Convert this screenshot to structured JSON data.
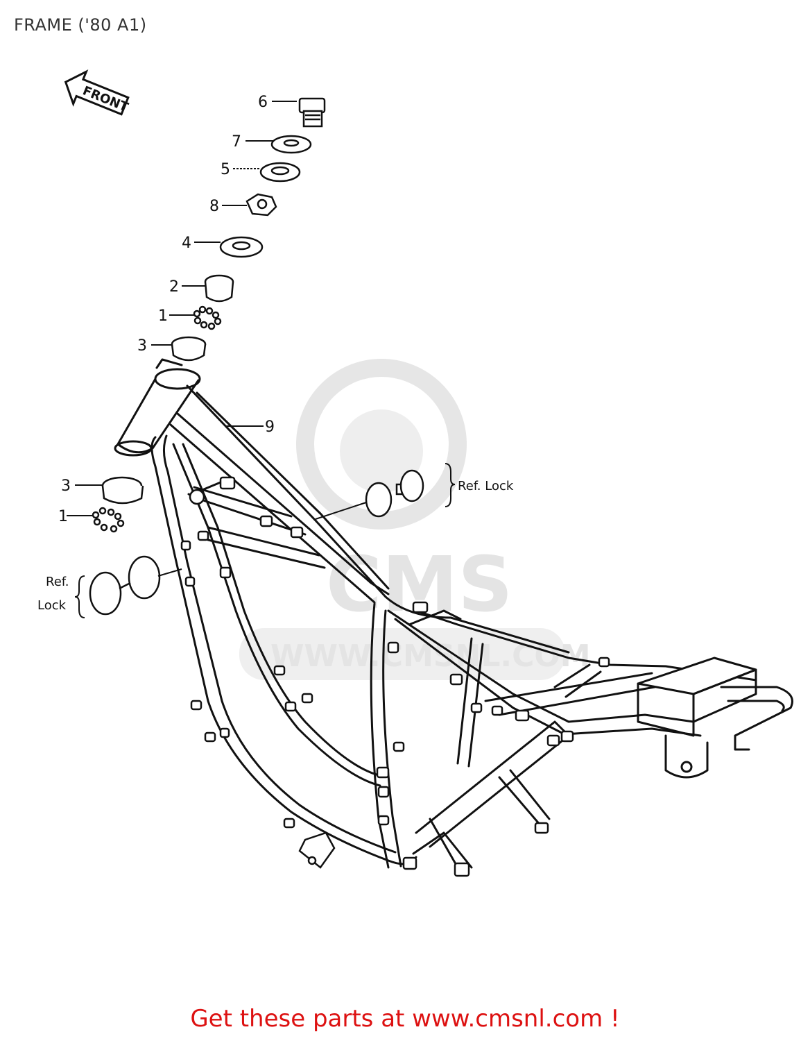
{
  "header": {
    "title": "FRAME ('80 A1)"
  },
  "front_arrow": {
    "label": "FRONT"
  },
  "callouts": {
    "c6": "6",
    "c7": "7",
    "c5": "5",
    "c8": "8",
    "c4": "4",
    "c2": "2",
    "c1a": "1",
    "c3a": "3",
    "c9": "9",
    "c3b": "3",
    "c1b": "1"
  },
  "refs": {
    "upper": "Ref. Lock",
    "lower_line1": "Ref.",
    "lower_line2": "Lock"
  },
  "watermark": {
    "brand": "CMS",
    "url": "WWW.CMSNL.COM"
  },
  "footer": {
    "text": "Get these parts at www.cmsnl.com !",
    "color": "#dd1111"
  }
}
